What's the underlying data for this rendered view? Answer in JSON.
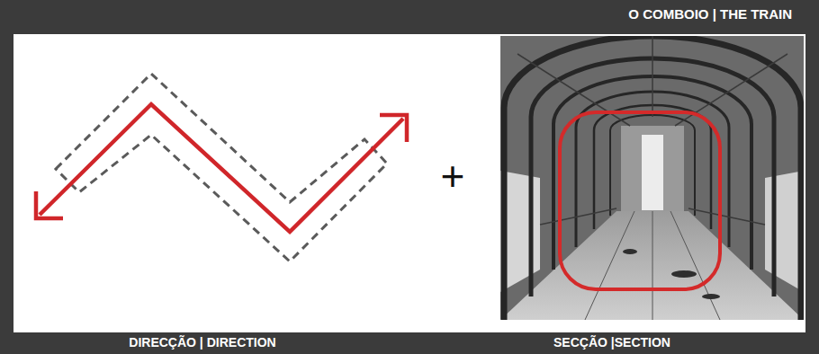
{
  "diagram": {
    "title": "O COMBOIO | THE TRAIN",
    "labels": [
      "DIRECÇÃO | DIRECTION",
      "+",
      "SECÇÃO |SECTION"
    ]
  }
}
